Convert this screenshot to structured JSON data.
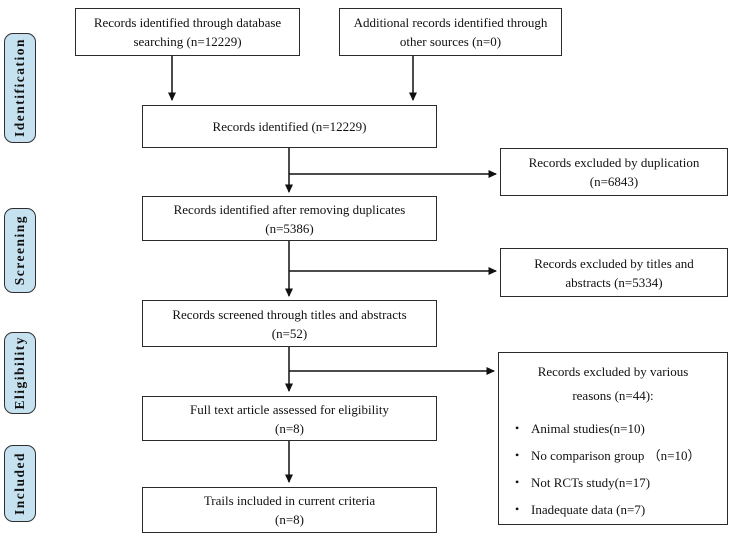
{
  "sidebar": {
    "fill_color": "#c6e2f0",
    "items": [
      {
        "label": "Identification"
      },
      {
        "label": "Screening"
      },
      {
        "label": "Eligibility"
      },
      {
        "label": "Included"
      }
    ]
  },
  "boxes": {
    "db_search": {
      "line1": "Records identified through database",
      "line2": "searching (n=12229)"
    },
    "other_sources": {
      "line1": "Additional records identified through",
      "line2": "other sources (n=0)"
    },
    "identified": {
      "line1": "Records identified (n=12229)"
    },
    "dup_excluded": {
      "line1": "Records excluded by duplication",
      "line2": "(n=6843)"
    },
    "after_dedup": {
      "line1": "Records identified after removing duplicates",
      "line2": "(n=5386)"
    },
    "title_excluded": {
      "line1": "Records excluded by titles and",
      "line2": "abstracts (n=5334)"
    },
    "screened": {
      "line1": "Records screened through titles and abstracts",
      "line2": "(n=52)"
    },
    "various_excluded": {
      "title_line1": "Records excluded by various",
      "title_line2": "reasons (n=44):",
      "bullet_glyph": "•",
      "bullets": [
        "Animal studies(n=10)",
        "No comparison group （n=10）",
        "Not RCTs study(n=17)",
        "Inadequate data (n=7)"
      ]
    },
    "fulltext": {
      "line1": "Full text article assessed for eligibility",
      "line2": "(n=8)"
    },
    "included_trials": {
      "line1": "Trails included in current criteria",
      "line2": "(n=8)"
    }
  }
}
